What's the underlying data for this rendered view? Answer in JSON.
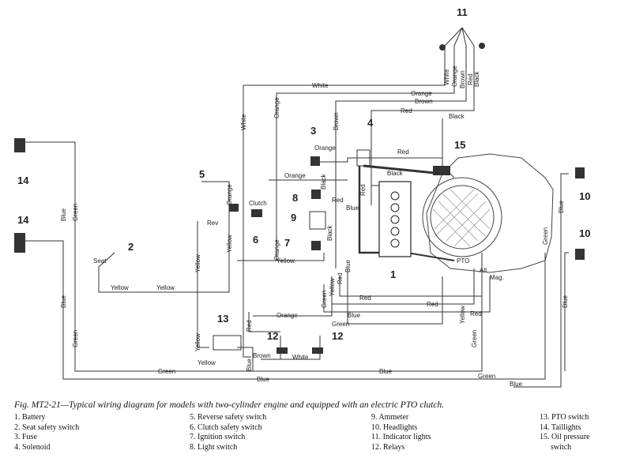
{
  "caption": "Fig. MT2-21—Typical wiring diagram for models with two-cylinder engine and equipped with an electric PTO clutch.",
  "legend": [
    [
      "1. Battery",
      "2. Seat safety switch",
      "3. Fuse",
      "4. Solenoid"
    ],
    [
      "5. Reverse safety switch",
      "6. Clutch safety switch",
      "7. Ignition switch",
      "8. Light switch"
    ],
    [
      "9. Ammeter",
      "10. Headlights",
      "11. Indicator lights",
      "12. Relays"
    ],
    [
      "13. PTO switch",
      "14. Taillights",
      "15. Oil pressure",
      "switch"
    ]
  ],
  "component_labels": {
    "n1": "1",
    "n2": "2",
    "n3": "3",
    "n4": "4",
    "n5": "5",
    "n6": "6",
    "n7": "7",
    "n8": "8",
    "n9": "9",
    "n10a": "10",
    "n10b": "10",
    "n11": "11",
    "n12a": "12",
    "n12b": "12",
    "n13": "13",
    "n14a": "14",
    "n14b": "14",
    "n15": "15",
    "seat": "Seat",
    "rev": "Rev",
    "clutch": "Clutch",
    "pto": "PTO",
    "alt": "Alt.",
    "mag": "Mag."
  },
  "wire_labels": {
    "white": "White",
    "orange": "Orange",
    "brown": "Brown",
    "red": "Red",
    "black": "Black",
    "yellow": "Yellow",
    "blue": "Blue",
    "green": "Green"
  }
}
